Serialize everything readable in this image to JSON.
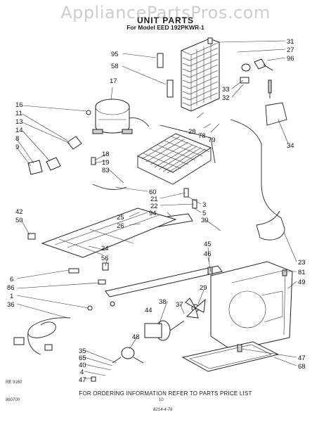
{
  "watermark": "AppliancePartsPros.com",
  "title": "UNIT PARTS",
  "model_line": "For Model EED 192PKWR-1",
  "footer": "FOR ORDERING INFORMATION REFER TO PARTS PRICE LIST",
  "page_number": "10",
  "code_left": "RE 9160",
  "code_bottom": "860700",
  "handwritten_code": "8214-4-76",
  "callouts": [
    {
      "id": "c95",
      "label": "95"
    },
    {
      "id": "c58",
      "label": "58"
    },
    {
      "id": "c17",
      "label": "17"
    },
    {
      "id": "c16",
      "label": "16"
    },
    {
      "id": "c11",
      "label": "11"
    },
    {
      "id": "c13",
      "label": "13"
    },
    {
      "id": "c14",
      "label": "14"
    },
    {
      "id": "c8",
      "label": "8"
    },
    {
      "id": "c9",
      "label": "9"
    },
    {
      "id": "c18",
      "label": "18"
    },
    {
      "id": "c19",
      "label": "19"
    },
    {
      "id": "c83",
      "label": "83"
    },
    {
      "id": "c31",
      "label": "31"
    },
    {
      "id": "c27",
      "label": "27"
    },
    {
      "id": "c96",
      "label": "96"
    },
    {
      "id": "c33",
      "label": "33"
    },
    {
      "id": "c32",
      "label": "32"
    },
    {
      "id": "c28",
      "label": "28"
    },
    {
      "id": "c78",
      "label": "78"
    },
    {
      "id": "c79",
      "label": "79"
    },
    {
      "id": "c34",
      "label": "34"
    },
    {
      "id": "c60",
      "label": "60"
    },
    {
      "id": "c21",
      "label": "21"
    },
    {
      "id": "c22",
      "label": "22"
    },
    {
      "id": "c3",
      "label": "3"
    },
    {
      "id": "c5",
      "label": "5"
    },
    {
      "id": "c94",
      "label": "94"
    },
    {
      "id": "c25",
      "label": "25"
    },
    {
      "id": "c26",
      "label": "26"
    },
    {
      "id": "c30",
      "label": "30"
    },
    {
      "id": "c42",
      "label": "42"
    },
    {
      "id": "c50",
      "label": "50"
    },
    {
      "id": "c24",
      "label": "24"
    },
    {
      "id": "c56",
      "label": "56"
    },
    {
      "id": "c45",
      "label": "45"
    },
    {
      "id": "c46",
      "label": "46"
    },
    {
      "id": "c23",
      "label": "23"
    },
    {
      "id": "c81",
      "label": "81"
    },
    {
      "id": "c49",
      "label": "49"
    },
    {
      "id": "c6",
      "label": "6"
    },
    {
      "id": "c86",
      "label": "86"
    },
    {
      "id": "c1",
      "label": "1"
    },
    {
      "id": "c36",
      "label": "36"
    },
    {
      "id": "c29",
      "label": "29"
    },
    {
      "id": "c37",
      "label": "37"
    },
    {
      "id": "c38",
      "label": "38"
    },
    {
      "id": "c44",
      "label": "44"
    },
    {
      "id": "c48",
      "label": "48"
    },
    {
      "id": "c35",
      "label": "35"
    },
    {
      "id": "c65",
      "label": "65"
    },
    {
      "id": "c40",
      "label": "40"
    },
    {
      "id": "c4",
      "label": "4"
    },
    {
      "id": "c47a",
      "label": "47"
    },
    {
      "id": "c47b",
      "label": "47"
    },
    {
      "id": "c68",
      "label": "68"
    }
  ]
}
